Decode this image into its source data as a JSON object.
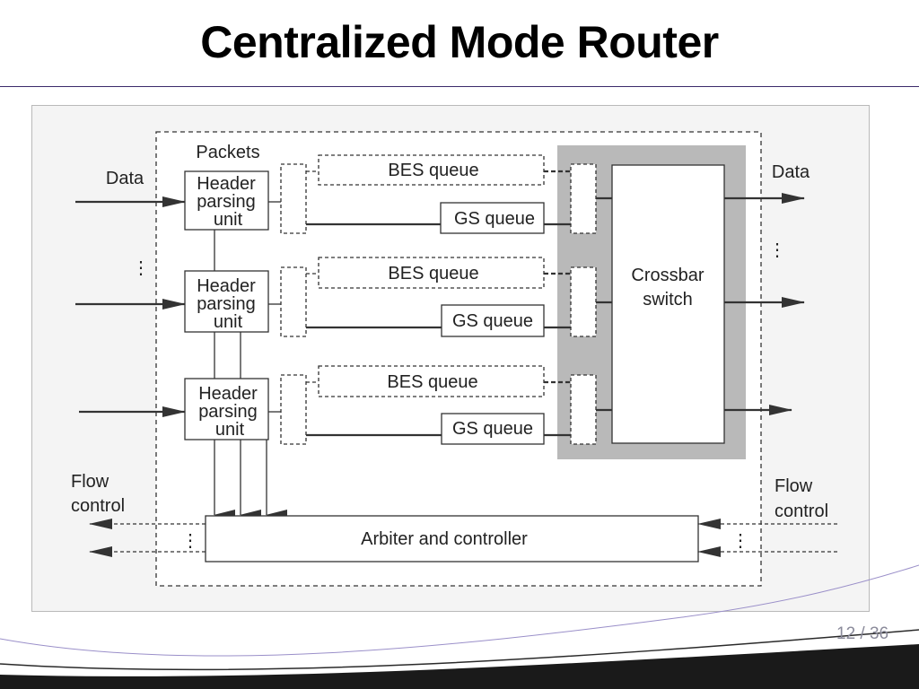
{
  "slide": {
    "title": "Centralized Mode Router",
    "page_current": "12",
    "page_sep": "/",
    "page_total": "36"
  },
  "diagram": {
    "packets_label": "Packets",
    "data_in_label": "Data",
    "data_out_label": "Data",
    "header_unit": [
      "Header",
      "parsing",
      "unit"
    ],
    "bes_queue_label": "BES queue",
    "gs_queue_label": "GS queue",
    "crossbar_label": [
      "Crossbar",
      "switch"
    ],
    "arbiter_label": "Arbiter and controller",
    "flow_control_left": [
      "Flow",
      "control"
    ],
    "flow_control_right": [
      "Flow",
      "control"
    ],
    "ellipsis": "⋮"
  }
}
